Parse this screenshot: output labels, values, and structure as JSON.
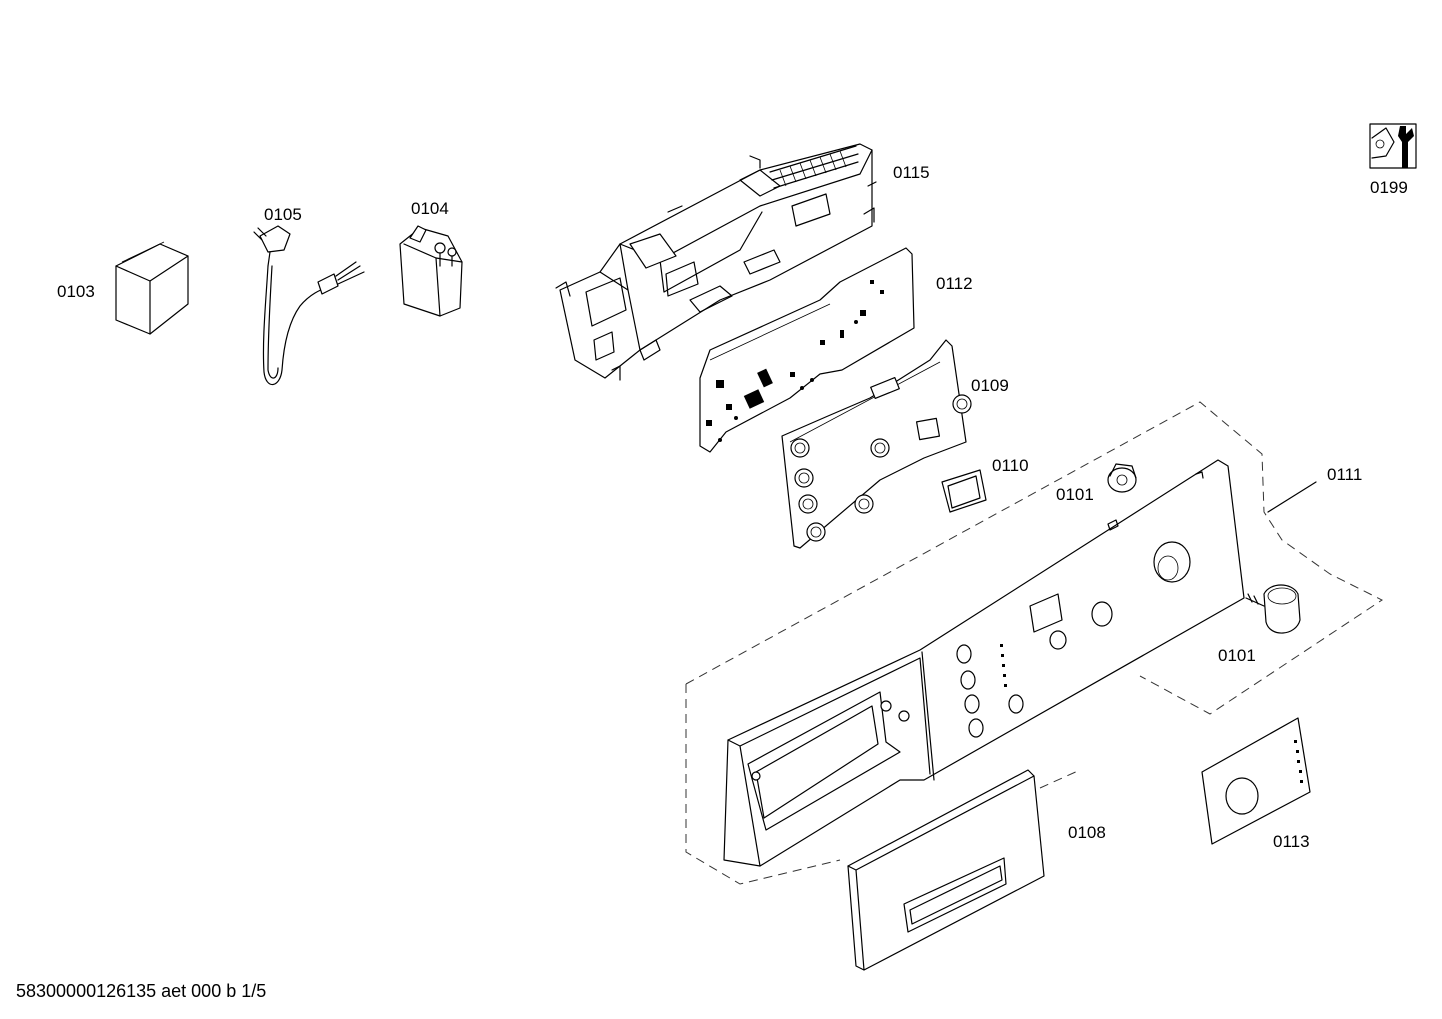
{
  "labels": {
    "p0103": "0103",
    "p0105": "0105",
    "p0104": "0104",
    "p0115": "0115",
    "p0112": "0112",
    "p0109": "0109",
    "p0110": "0110",
    "p0101_top": "0101",
    "p0111": "0111",
    "p0101_bottom": "0101",
    "p0108": "0108",
    "p0113": "0113",
    "p0199": "0199"
  },
  "footer": "58300000126135 aet 000 b 1/5"
}
